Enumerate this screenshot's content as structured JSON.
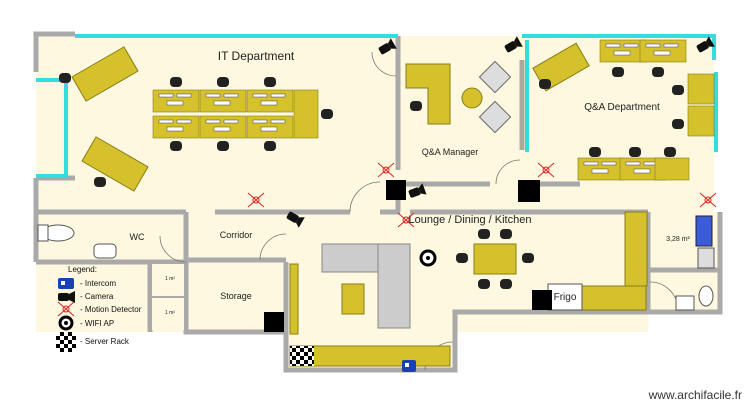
{
  "rooms": {
    "it": "IT Department",
    "qa_manager": "Q&A Manager",
    "qa": "Q&A Department",
    "wc": "WC",
    "corridor": "Corridor",
    "storage": "Storage",
    "lounge": "Lounge / Dining / Kitchen",
    "small_room_area": "3,28 m²",
    "closet_area_1": "1 m²",
    "closet_area_2": "1 m²",
    "frigo": "Frigo"
  },
  "legend": {
    "title": "Legend:",
    "items": [
      {
        "icon": "intercom-icon",
        "label": "- Intercom"
      },
      {
        "icon": "camera-icon",
        "label": "- Camera"
      },
      {
        "icon": "motion-detector-icon",
        "label": "- Motion Detector"
      },
      {
        "icon": "wifi-ap-icon",
        "label": "- WIFI AP"
      },
      {
        "icon": "server-rack-icon",
        "label": "- Server Rack"
      }
    ]
  },
  "watermark": "www.archifacile.fr",
  "colors": {
    "wall": "#a9a9a9",
    "floor": "#fdf8df",
    "desk": "#d4c12b",
    "glass": "#33dddd",
    "chair": "#222222",
    "sofa": "#cccccc"
  }
}
